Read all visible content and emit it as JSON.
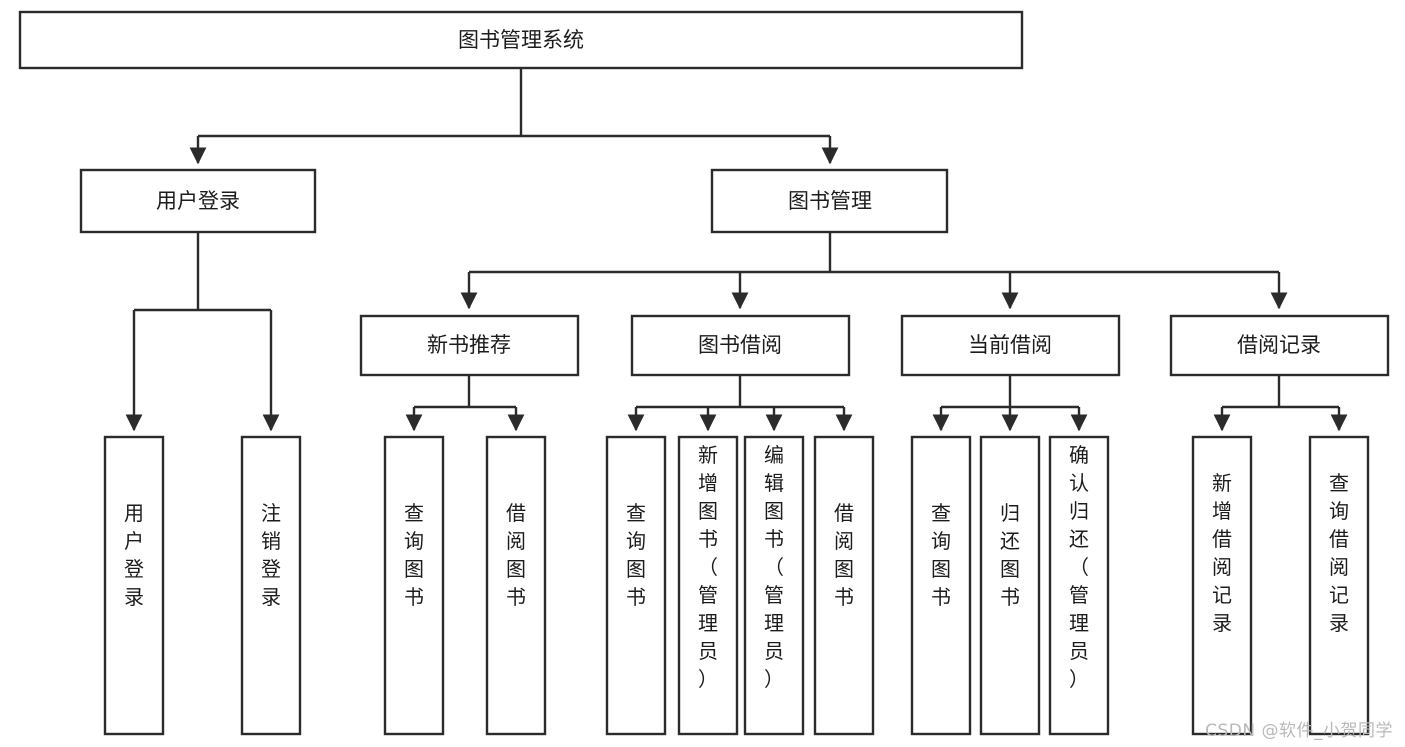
{
  "diagram": {
    "title": "图书管理系统",
    "type": "hierarchy-tree",
    "watermark": "CSDN @软件_小贺同学",
    "root": {
      "id": "root",
      "label": "图书管理系统"
    },
    "level2": [
      {
        "id": "user-login",
        "label": "用户登录"
      },
      {
        "id": "book-manage",
        "label": "图书管理"
      }
    ],
    "level3": [
      {
        "id": "new-book-recommend",
        "label": "新书推荐",
        "parent": "book-manage"
      },
      {
        "id": "book-borrow",
        "label": "图书借阅",
        "parent": "book-manage"
      },
      {
        "id": "current-borrow",
        "label": "当前借阅",
        "parent": "book-manage"
      },
      {
        "id": "borrow-record",
        "label": "借阅记录",
        "parent": "book-manage"
      }
    ],
    "leaves": {
      "user-login": [
        {
          "id": "leaf-user-login",
          "label": "用户登录"
        },
        {
          "id": "leaf-user-logout",
          "label": "注销登录"
        }
      ],
      "new-book-recommend": [
        {
          "id": "leaf-query-book-1",
          "label": "查询图书"
        },
        {
          "id": "leaf-borrow-book-1",
          "label": "借阅图书"
        }
      ],
      "book-borrow": [
        {
          "id": "leaf-query-book-2",
          "label": "查询图书"
        },
        {
          "id": "leaf-add-book",
          "label": "新增图书（管理员）"
        },
        {
          "id": "leaf-edit-book",
          "label": "编辑图书（管理员）"
        },
        {
          "id": "leaf-borrow-book-2",
          "label": "借阅图书"
        }
      ],
      "current-borrow": [
        {
          "id": "leaf-query-book-3",
          "label": "查询图书"
        },
        {
          "id": "leaf-return-book",
          "label": "归还图书"
        },
        {
          "id": "leaf-confirm-return",
          "label": "确认归还（管理员）"
        }
      ],
      "borrow-record": [
        {
          "id": "leaf-add-record",
          "label": "新增借阅记录"
        },
        {
          "id": "leaf-query-record",
          "label": "查询借阅记录"
        }
      ]
    },
    "colors": {
      "box_stroke": "#2b2b2b",
      "box_fill": "#ffffff",
      "text": "#1c1c1c",
      "background": "#ffffff",
      "watermark": "#b9b9b9"
    }
  }
}
